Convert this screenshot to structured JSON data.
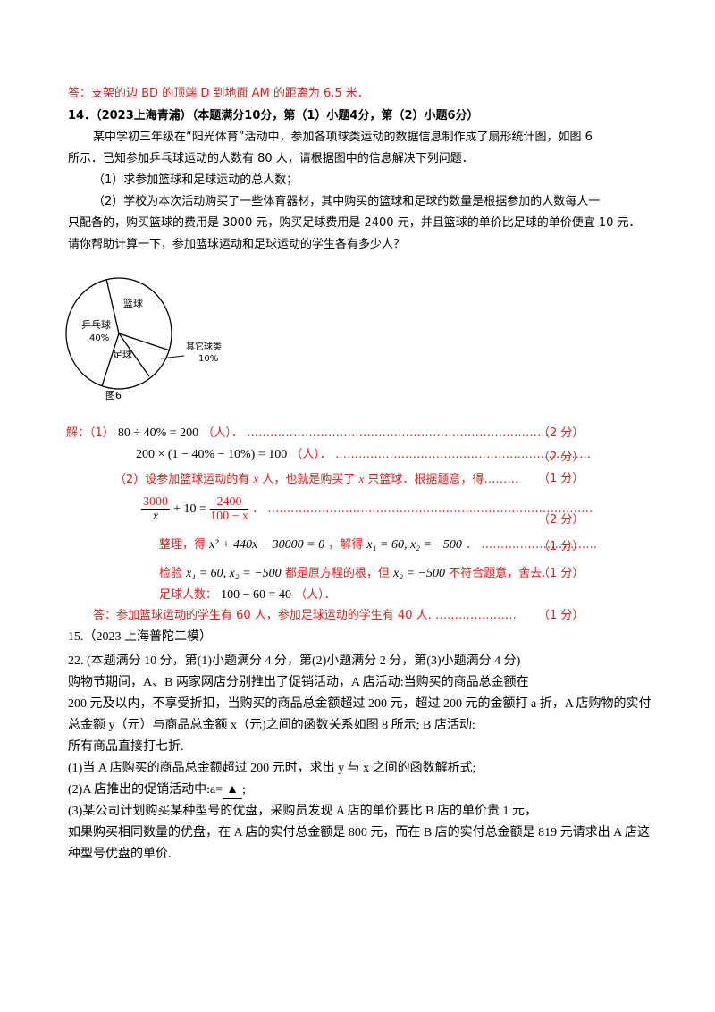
{
  "prev_answer": "答：支架的边 BD 的顶端 D 到地面 AM 的距离为 6.5 米．",
  "q14": {
    "header": "14．（2023上海青浦）（本题满分10分，第（1）小题4分，第（2）小题6分）",
    "line1": "某中学初三年级在“阳光体育”活动中，参加各项球类运动的数据信息制作成了扇形统计图，如图 6",
    "line2": "所示．已知参加乒乓球运动的人数有 80 人，请根据图中的信息解决下列问题．",
    "part1": "（1）求参加篮球和足球运动的总人数；",
    "part2a": "（2）学校为本次活动购买了一些体育器材，其中购买的篮球和足球的数量是根据参加的人数每人一",
    "part2b": "只配备的，购买篮球的费用是 3000 元，购买足球费用是 2400 元，并且篮球的单价比足球的单价便宜 10 元．",
    "part2c": "请你帮助计算一下，参加篮球运动和足球运动的学生各有多少人？"
  },
  "pie": {
    "label_basketball": "篮球",
    "label_pingpong": "乒乓球",
    "pct_pingpong": "40%",
    "label_football": "足球",
    "label_other": "其它球类",
    "pct_other": "10%",
    "caption": "图6"
  },
  "solution": {
    "s1_prefix": "解：（1）",
    "s1_expr": "80 ÷ 40% = 200",
    "s1_unit": "（人）．",
    "s2_expr": "200 × (1 − 40% − 10%) = 100",
    "s2_unit": "（人）．",
    "score2": "（2 分）",
    "score1": "（1 分）",
    "p2_text_a": "（2）设参加篮球运动的有",
    "p2_text_b": "人，也就是购买了",
    "p2_text_c": "只篮球．根据题意，得………",
    "var_x": "x",
    "eq_num1": "3000",
    "eq_den1": "x",
    "eq_plus": "+ 10 =",
    "eq_num2": "2400",
    "eq_den2": "100 − x",
    "eq_dot": "．",
    "simplify_a": "整理，得",
    "simplify_eq": "x² + 440x − 30000 = 0",
    "simplify_b": "，解得",
    "roots": "x₁ = 60, x₂ = −500",
    "roots_dot": "．",
    "check_a": "检验",
    "check_b": "都是原方程的根，但",
    "x2_val": "x₂ = −500",
    "check_c": "不符合题意，舍去.",
    "football_a": "足球人数：",
    "football_expr": "100 − 60 = 40",
    "football_unit": "（人）．",
    "answer": "答：参加篮球运动的学生有 60 人，参加足球运动的学生有 40 人."
  },
  "q15": {
    "header": "15.（2023 上海普陀二模）",
    "line1": "22. (本题满分 10 分，第(1)小题满分 4 分，第(2)小题满分 2 分，第(3)小题满分 4 分)",
    "line2": "购物节期间，A、B 两家网店分别推出了促销活动，A 店活动:当购买的商品总金额在",
    "line3": "200 元及以内，不享受折扣，当购买的商品总金额超过 200 元，超过 200 元的金额打 a 折，A 店购物的实付",
    "line4": "总金额 y（元）与商品总金额 x（元)之间的函数关系如图 8 所示; B 店活动:",
    "line5": "所有商品直接打七折.",
    "line6": "(1)当 A 店购买的商品总金额超过 200 元时，求出 y 与 x 之间的函数解析式;",
    "line7a": "(2)A 店推出的促销活动中:a=",
    "line7b": "▲",
    "line7c": ";",
    "line8": "(3)某公司计划购买某种型号的优盘，采购员发现 A 店的单价要比 B 店的单价贵 1 元，",
    "line9": "如果购买相同数量的优盘，在 A 店的实付总金额是 800 元，而在 B 店的实付总金额是 819 元请求出 A 店这",
    "line10": "种型号优盘的单价."
  }
}
